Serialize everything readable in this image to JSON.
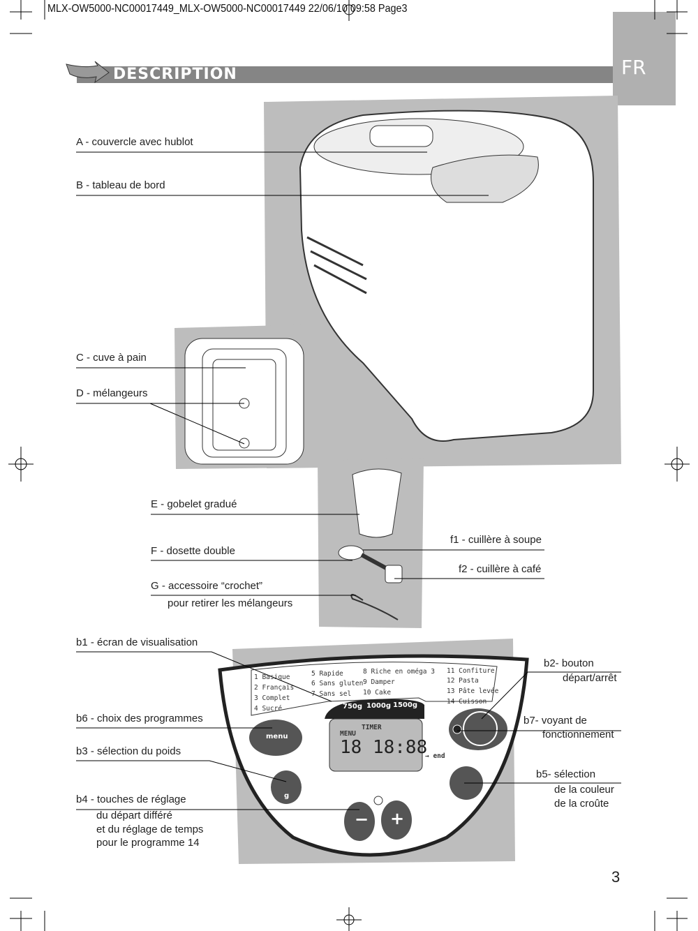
{
  "header": {
    "print_slug": "MLX-OW5000-NC00017449_MLX-OW5000-NC00017449 22/06/10  09:58  Page3"
  },
  "section_title": "DESCRIPTION",
  "language_tab": "FR",
  "labels": {
    "A": "A - couvercle avec hublot",
    "B": "B - tableau de bord",
    "C": "C - cuve à pain",
    "D": "D - mélangeurs",
    "E": "E - gobelet gradué",
    "F": "F - dosette double",
    "G": "G - accessoire “crochet”",
    "G2": "pour retirer les mélangeurs",
    "f1": "f1 - cuillère à soupe",
    "f2": "f2 - cuillère à café",
    "b1": "b1 - écran de visualisation",
    "b6": "b6 - choix des programmes",
    "b3": "b3 - sélection du poids",
    "b4": "b4 - touches de réglage",
    "b4_2": "du départ différé",
    "b4_3": "et du  réglage de temps",
    "b4_4": "pour le programme 14",
    "b2": "b2- bouton",
    "b2_2": "départ/arrêt",
    "b7": "b7- voyant de",
    "b7_2": "fonctionnement",
    "b5": "b5- sélection",
    "b5_2": "de la couleur",
    "b5_3": "de la croûte"
  },
  "control_panel": {
    "programs": [
      "1 Basique",
      "2 Français",
      "3 Complet",
      "4 Sucré",
      "5 Rapide",
      "6 Sans gluten",
      "7 Sans sel",
      "8 Riche en oméga 3",
      "9 Damper",
      "10 Cake",
      "11 Confiture",
      "12 Pasta",
      "13 Pâte levée",
      "14 Cuisson"
    ],
    "weights": [
      "750g",
      "1000g",
      "1500g"
    ],
    "display": {
      "menu": "MENU",
      "timer": "TIMER",
      "digits": "18 18:88",
      "end": "→ end"
    },
    "menu_button": "menu",
    "weight_button": "g",
    "minus": "−",
    "plus": "+"
  },
  "page_number": "3"
}
